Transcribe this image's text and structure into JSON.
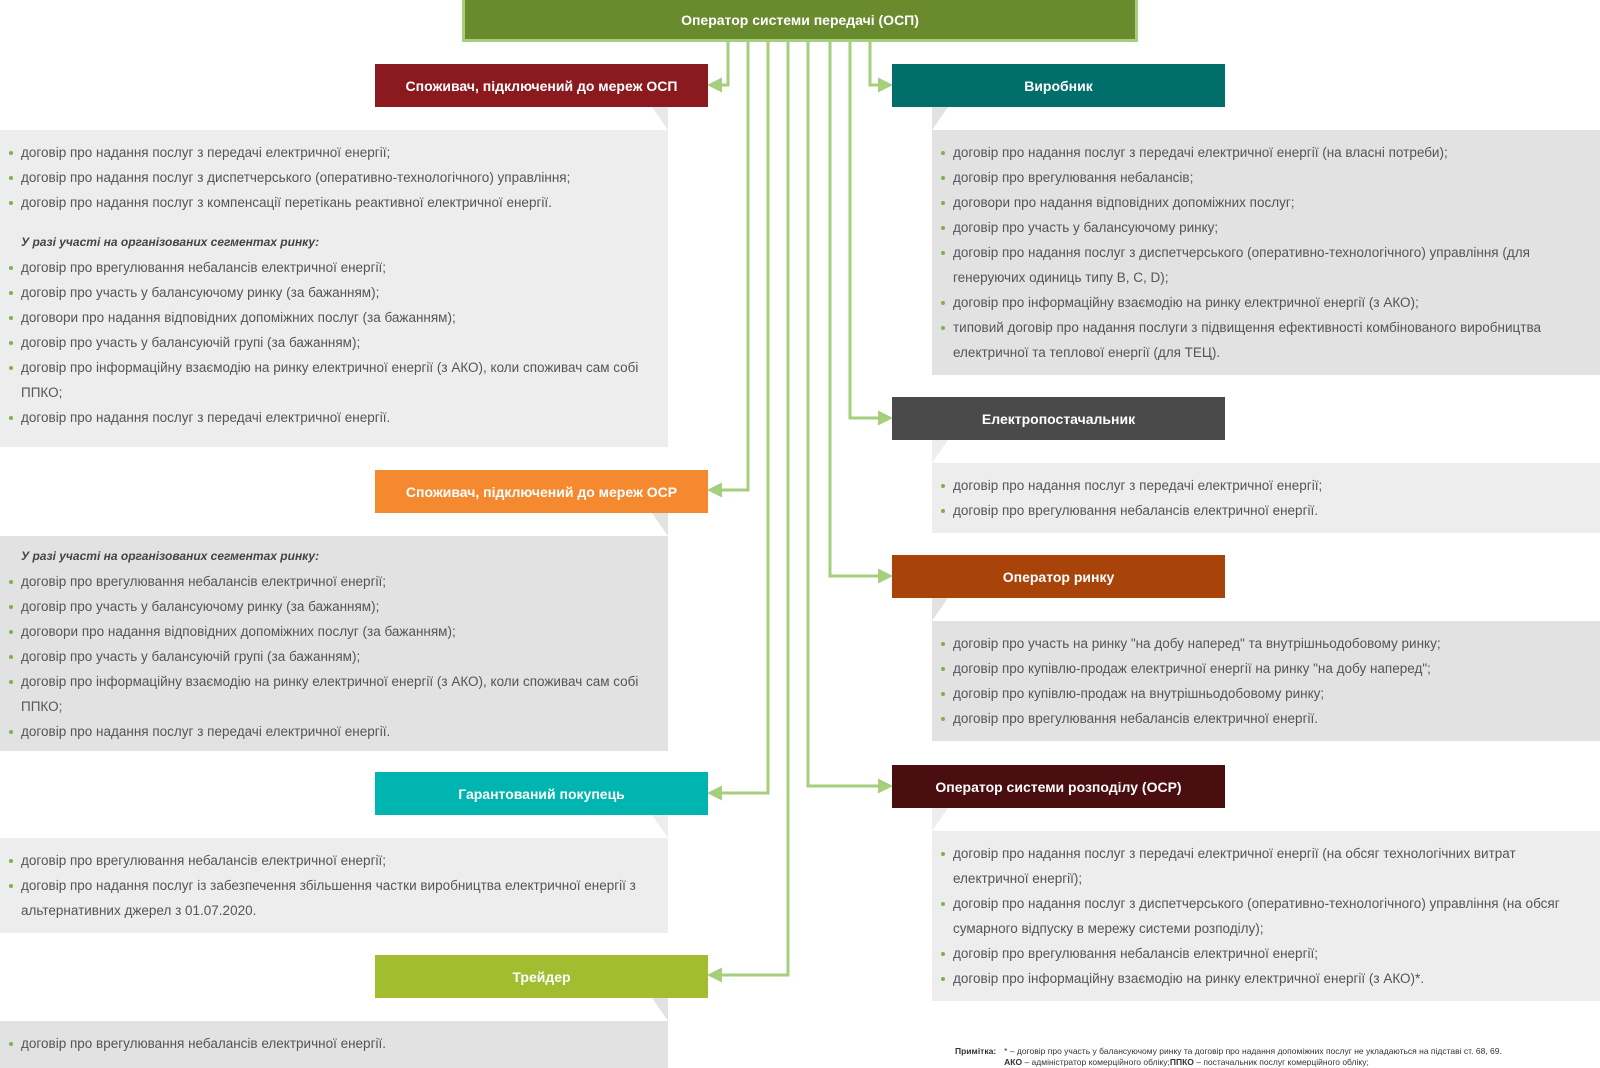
{
  "root": "Оператор системи передачі (ОСП)",
  "colors": {
    "root": "#6a8a2e",
    "root_border": "#a5cf7c",
    "line": "#a5cf7c",
    "bullet": "#7cb342"
  },
  "left": [
    {
      "title": "Споживач, підключений до мереж ОСП",
      "color": "#8b1a1f",
      "items": [
        "договір про надання послуг з передачі електричної енергії;",
        "договір про надання послуг з диспетчерського (оперативно-технологічного) управління;",
        "договір про надання послуг з компенсації перетікань реактивної електричної енергії."
      ],
      "sub": "У разі участі на організованих сегментах ринку:",
      "sub_items": [
        "договір про врегулювання небалансів електричної енергії;",
        "договір про участь у балансуючому ринку (за бажанням);",
        "договори про надання відповідних допоміжних послуг (за бажанням);",
        "договір про участь у балансуючій групі (за бажанням);",
        "договір про інформаційну взаємодію на ринку електричної енергії (з АКО), коли споживач сам собі ППКО;",
        "договір про надання послуг з передачі електричної енергії."
      ]
    },
    {
      "title": "Споживач, підключений до мереж ОСР",
      "color": "#f5892f",
      "items": [],
      "sub": "У разі участі на організованих сегментах ринку:",
      "sub_items": [
        "договір про врегулювання небалансів електричної енергії;",
        "договір про участь у балансуючому ринку (за бажанням);",
        "договори про надання відповідних допоміжних послуг (за бажанням);",
        "договір про участь у балансуючій групі (за бажанням);",
        "договір про інформаційну взаємодію на ринку електричної енергії (з АКО), коли споживач сам собі ППКО;",
        "договір про надання послуг з передачі електричної енергії."
      ]
    },
    {
      "title": "Гарантований покупець",
      "color": "#00b5b0",
      "items": [
        "договір про врегулювання небалансів електричної енергії;",
        "договір про надання послуг із забезпечення збільшення частки виробництва електричної енергії з альтернативних джерел з 01.07.2020."
      ],
      "sub": "",
      "sub_items": []
    },
    {
      "title": "Трейдер",
      "color": "#a2bd30",
      "items": [
        "договір про врегулювання небалансів електричної енергії."
      ],
      "sub": "",
      "sub_items": []
    }
  ],
  "right": [
    {
      "title": "Виробник",
      "color": "#006e6b",
      "items": [
        "договір про надання послуг з передачі електричної енергії (на власні потреби);",
        "договір про врегулювання небалансів;",
        "договори про надання відповідних допоміжних послуг;",
        "договір про участь у балансуючому ринку;",
        "договір про надання послуг з диспетчерського (оперативно-технологічного) управління (для генеруючих одиниць типу B, C, D);",
        "договір про інформаційну взаємодію на ринку електричної енергії (з АКО);",
        "типовий договір про надання послуги з підвищення ефективності комбінованого виробництва електричної та теплової енергії (для ТЕЦ)."
      ]
    },
    {
      "title": "Електропостачальник",
      "color": "#4a4a4a",
      "items": [
        "договір про надання послуг з передачі електричної енергії;",
        "договір про врегулювання небалансів електричної енергії."
      ]
    },
    {
      "title": "Оператор ринку",
      "color": "#a8430a",
      "items": [
        "договір про участь на ринку \"на добу наперед\" та внутрішньодобовому ринку;",
        "договір про купівлю-продаж електричної енергії на ринку \"на добу наперед\";",
        "договір про купівлю-продаж на внутрішньодобовому ринку;",
        "договір про врегулювання небалансів електричної енергії."
      ]
    },
    {
      "title": "Оператор системи розподілу (ОСР)",
      "color": "#4a0d10",
      "items": [
        "договір про надання послуг з передачі електричної енергії (на обсяг технологічних витрат електричної енергії);",
        "договір про надання послуг з диспетчерського (оперативно-технологічного) управління (на обсяг сумарного відпуску в мережу системи розподілу);",
        "договір про врегулювання небалансів електричної енергії;",
        "договір про інформаційну взаємодію на ринку електричної енергії (з АКО)*."
      ]
    }
  ],
  "note": {
    "label": "Примітка:",
    "line1": "* – договір про участь у балансуючому ринку та договір про надання допоміжних послуг не укладаються на підставі ст. 68, 69.",
    "line2_b1": "АКО",
    "line2_t1": " – адміністратор комерційного обліку;",
    "line2_b2": "ППКО",
    "line2_t2": " – постачальник послуг комерційного обліку;"
  }
}
